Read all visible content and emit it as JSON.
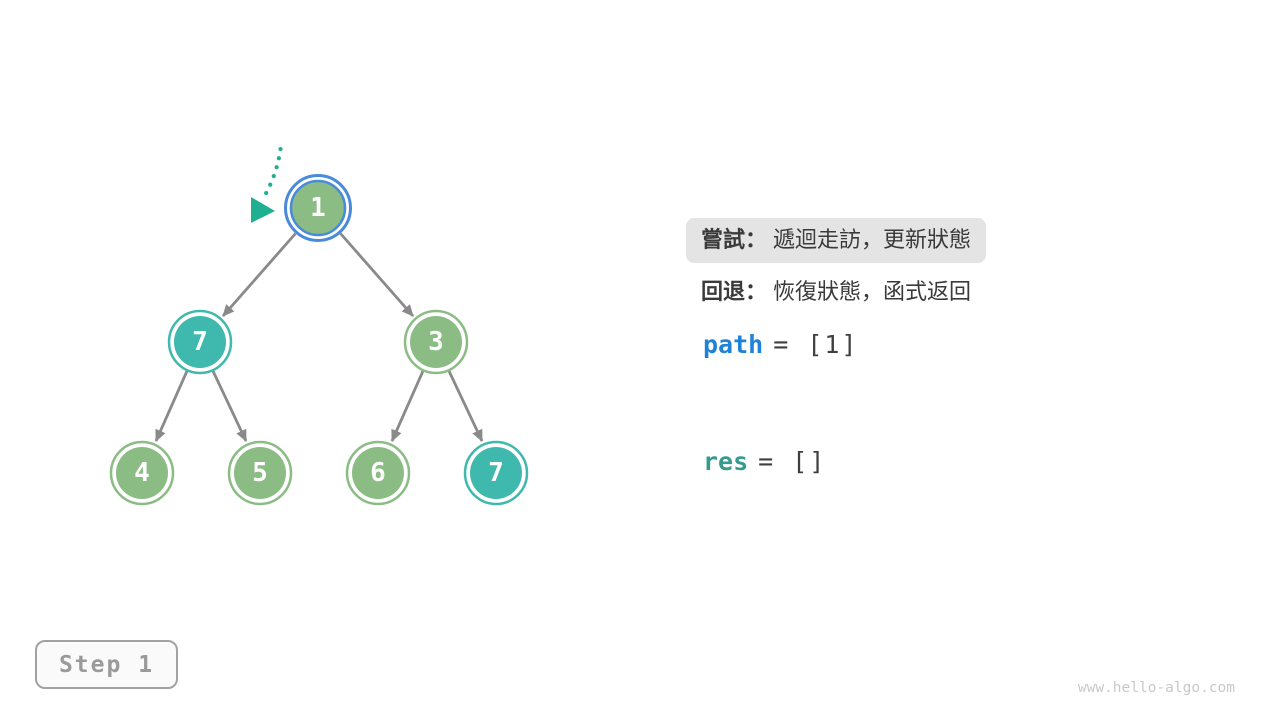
{
  "colors": {
    "green": "#8abc84",
    "teal": "#3fb8ae",
    "highlight_blue": "#4a8bd9",
    "edge_gray": "#8a8a8a",
    "arrow_teal": "#1fb092",
    "path_blue": "#1e82d6",
    "res_teal": "#379a8e"
  },
  "tree": {
    "nodes": [
      {
        "value": "1",
        "state": "current",
        "color": "green"
      },
      {
        "value": "7",
        "state": "visited",
        "color": "teal"
      },
      {
        "value": "3",
        "state": "default",
        "color": "green"
      },
      {
        "value": "4",
        "state": "default",
        "color": "green"
      },
      {
        "value": "5",
        "state": "default",
        "color": "green"
      },
      {
        "value": "6",
        "state": "default",
        "color": "green"
      },
      {
        "value": "7",
        "state": "visited",
        "color": "teal"
      }
    ]
  },
  "panel": {
    "try_label": "嘗試：",
    "try_text": "遞迴走訪，更新狀態",
    "backtrack_label": "回退：",
    "backtrack_text": "恢復狀態，函式返回",
    "path_var": "path",
    "path_value": "= [1]",
    "res_var": "res",
    "res_value": "= []"
  },
  "step_badge": {
    "label": "Step 1"
  },
  "watermark": "www.hello-algo.com"
}
